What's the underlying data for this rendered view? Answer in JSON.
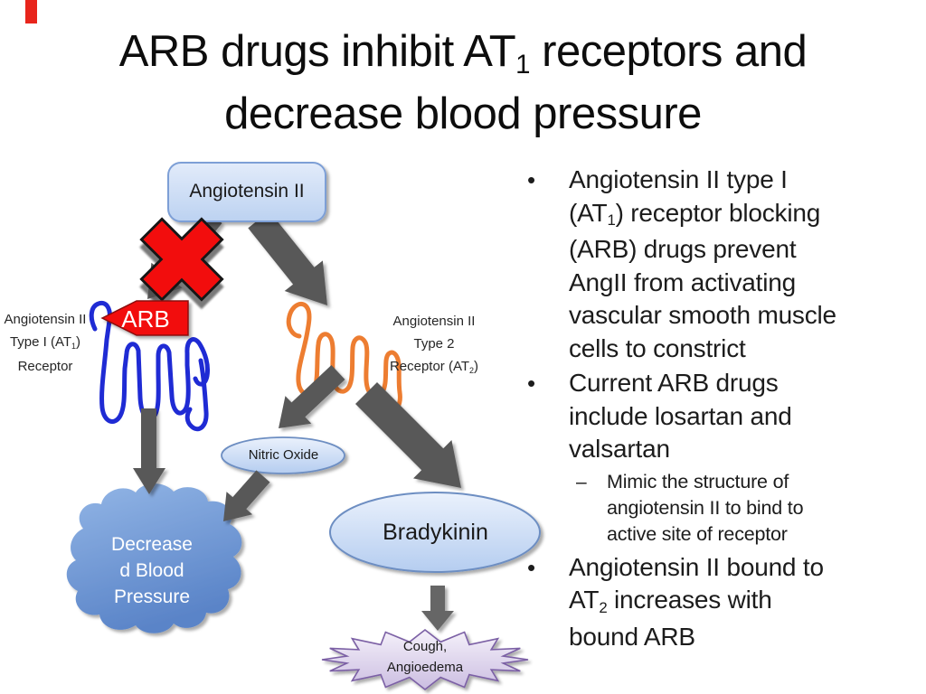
{
  "slide": {
    "title": {
      "line1_pre": "ARB drugs inhibit AT",
      "line1_sub": "1",
      "line1_post": " receptors and",
      "line2": "decrease blood pressure"
    },
    "diagram": {
      "angiotensin_box": "Angiotensin II",
      "arb_arrow_label": "ARB",
      "at1_label": {
        "line1": "Angiotensin II",
        "line2_pre": "Type I (AT",
        "line2_sub": "1",
        "line2_post": ")",
        "line3": "Receptor"
      },
      "at2_label": {
        "line1": "Angiotensin II",
        "line2": "Type 2",
        "line3_pre": "Receptor (AT",
        "line3_sub": "2",
        "line3_post": ")"
      },
      "nitric_oxide": "Nitric Oxide",
      "bradykinin": "Bradykinin",
      "cloud": {
        "line1": "Decrease",
        "line2": "d Blood",
        "line3": "Pressure"
      },
      "starburst": {
        "line1": "Cough,",
        "line2": "Angioedema"
      }
    },
    "bullets": {
      "marker": "•",
      "sub_marker": "–",
      "b1": {
        "line1": "Angiotensin II type I",
        "line2_pre": "(AT",
        "line2_sub": "1",
        "line2_post": ") receptor blocking",
        "line3": "(ARB) drugs prevent",
        "line4": "AngII from activating",
        "line5": "vascular smooth muscle",
        "line6": "cells to constrict"
      },
      "b2": {
        "line1": "Current ARB drugs",
        "line2": "include losartan and",
        "line3": "valsartan"
      },
      "sub1": {
        "line1": "Mimic the structure of",
        "line2": "angiotensin II to bind to",
        "line3": "active site of receptor"
      },
      "b3": {
        "line1": "Angiotensin II bound to",
        "line2_pre": "AT",
        "line2_sub": "2",
        "line2_post": " increases with",
        "line3": "bound ARB"
      }
    },
    "colors": {
      "red": "#f20d0d",
      "arrow_gray": "#595959",
      "blue_receptor": "#1f2bd4",
      "orange_receptor": "#ed7d31",
      "box_border": "#7d9fd6",
      "ellipse_border": "#6d8ec2",
      "star_border": "#7b61a5",
      "cloud_dark": "#5a84c8",
      "corner_mark": "#e8251c"
    }
  }
}
